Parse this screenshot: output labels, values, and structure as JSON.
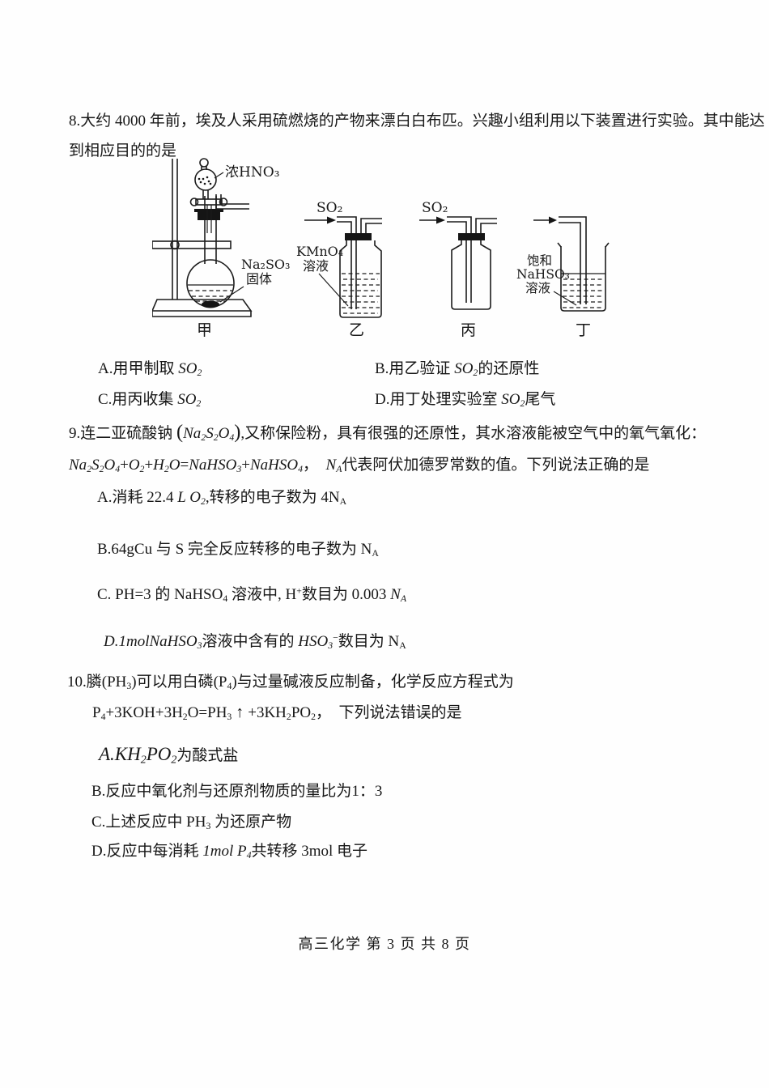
{
  "doc": {
    "footer": "高三化学  第 3 页 共 8 页"
  },
  "q8": {
    "stem1": "8.大约 4000 年前，埃及人采用硫燃烧的产物来漂白白布匹。兴趣小组利用以下装置进行实验。其中能达",
    "stem2": "到相应目的的是",
    "options": {
      "A": [
        {
          "t": "A.用甲制取 "
        },
        {
          "t": "SO",
          "c": "m"
        },
        {
          "t": "2",
          "c": "msb"
        }
      ],
      "B": [
        {
          "t": "B.用乙验证 "
        },
        {
          "t": "SO",
          "c": "m"
        },
        {
          "t": "2",
          "c": "msb"
        },
        {
          "t": "的还原性"
        }
      ],
      "C": [
        {
          "t": "C.用丙收集 "
        },
        {
          "t": "SO",
          "c": "m"
        },
        {
          "t": "2",
          "c": "msb"
        }
      ],
      "D": [
        {
          "t": "D.用丁处理实验室 "
        },
        {
          "t": "SO",
          "c": "m"
        },
        {
          "t": "2",
          "c": "msb"
        },
        {
          "t": "尾气"
        }
      ]
    },
    "diagram": {
      "jia": {
        "funnel_label": "浓HNO₃",
        "solid_line1": "Na₂SO₃",
        "solid_line2": "固体",
        "name": "甲"
      },
      "yi": {
        "gas_label": "SO₂",
        "solution_line1": "KMnO₄",
        "solution_line2": "溶液",
        "name": "乙"
      },
      "bing": {
        "gas_label": "SO₂",
        "name": "丙"
      },
      "ding": {
        "solution_line1": "饱和",
        "solution_line2": "NaHSO₃",
        "solution_line3": "溶液",
        "name": "丁"
      }
    }
  },
  "q9": {
    "stem1": [
      {
        "t": "9.连二亚硫酸钠 "
      },
      {
        "t": "(",
        "c": "bp"
      },
      {
        "t": "Na",
        "c": "m"
      },
      {
        "t": "2",
        "c": "msb"
      },
      {
        "t": "S",
        "c": "m"
      },
      {
        "t": "2",
        "c": "msb"
      },
      {
        "t": "O",
        "c": "m"
      },
      {
        "t": "4",
        "c": "msb"
      },
      {
        "t": ")",
        "c": "bp"
      },
      {
        "t": ",又称保险粉，具有很强的还原性，其水溶液能被空气中的氧气氧化："
      }
    ],
    "stem2": [
      {
        "t": "Na",
        "c": "m"
      },
      {
        "t": "2",
        "c": "msb"
      },
      {
        "t": "S",
        "c": "m"
      },
      {
        "t": "2",
        "c": "msb"
      },
      {
        "t": "O",
        "c": "m"
      },
      {
        "t": "4",
        "c": "msb"
      },
      {
        "t": "+",
        "c": "t"
      },
      {
        "t": "O",
        "c": "m"
      },
      {
        "t": "2",
        "c": "msb"
      },
      {
        "t": "+",
        "c": "t"
      },
      {
        "t": "H",
        "c": "m"
      },
      {
        "t": "2",
        "c": "msb"
      },
      {
        "t": "O",
        "c": "m"
      },
      {
        "t": "=",
        "c": "t"
      },
      {
        "t": "NaHSO",
        "c": "m"
      },
      {
        "t": "3",
        "c": "msb"
      },
      {
        "t": "+",
        "c": "t"
      },
      {
        "t": "NaHSO",
        "c": "m"
      },
      {
        "t": "4",
        "c": "msb"
      },
      {
        "t": "，　"
      },
      {
        "t": "N",
        "c": "m"
      },
      {
        "t": "A",
        "c": "msb"
      },
      {
        "t": "代表阿伏加德罗常数的值。下列说法正确的是"
      }
    ],
    "options": {
      "A": [
        {
          "t": "A.消耗 "
        },
        {
          "t": "22.4 ",
          "c": "t"
        },
        {
          "t": "L O",
          "c": "m"
        },
        {
          "t": "2",
          "c": "msb"
        },
        {
          "t": ",转移的电子数为 4N"
        },
        {
          "t": "A",
          "c": "sb"
        }
      ],
      "B": [
        {
          "t": "B.64gCu 与 S 完全反应转移的电子数为 N"
        },
        {
          "t": "A",
          "c": "sb"
        }
      ],
      "C": [
        {
          "t": "C. PH=3 的 NaHSO"
        },
        {
          "t": "4",
          "c": "sb"
        },
        {
          "t": " 溶液中, H"
        },
        {
          "t": "+",
          "c": "sp"
        },
        {
          "t": "数目为 "
        },
        {
          "t": "0.003 ",
          "c": "t"
        },
        {
          "t": "N",
          "c": "m"
        },
        {
          "t": "A",
          "c": "msb"
        }
      ],
      "D": [
        {
          "t": "D.1molNaHSO",
          "c": "m"
        },
        {
          "t": "3",
          "c": "msb"
        },
        {
          "t": "溶液中含有的 "
        },
        {
          "t": "HSO",
          "c": "m"
        },
        {
          "t": "3",
          "c": "msb"
        },
        {
          "t": "−",
          "c": "sp"
        },
        {
          "t": "数目为 N"
        },
        {
          "t": "A",
          "c": "sb"
        }
      ]
    }
  },
  "q10": {
    "stem": [
      {
        "t": "10.膦(PH"
      },
      {
        "t": "3",
        "c": "sb"
      },
      {
        "t": ")可以用白磷(P"
      },
      {
        "t": "4",
        "c": "sb"
      },
      {
        "t": ")与过量碱液反应制备，化学反应方程式为"
      }
    ],
    "equation": [
      {
        "t": "P"
      },
      {
        "t": "4",
        "c": "sb"
      },
      {
        "t": "+3KOH+3H"
      },
      {
        "t": "2",
        "c": "sb"
      },
      {
        "t": "O=PH"
      },
      {
        "t": "3",
        "c": "sb"
      },
      {
        "t": " ↑ ",
        "c": "up"
      },
      {
        "t": "+3KH"
      },
      {
        "t": "2",
        "c": "sb"
      },
      {
        "t": "PO"
      },
      {
        "t": "2",
        "c": "sb"
      },
      {
        "t": "，　下列说法错误的是"
      }
    ],
    "options": {
      "A": [
        {
          "t": "A.KH",
          "c": "m"
        },
        {
          "t": "2",
          "c": "msb"
        },
        {
          "t": "PO",
          "c": "m"
        },
        {
          "t": "2",
          "c": "msb"
        },
        {
          "t": "为酸式盐"
        }
      ],
      "B": [
        {
          "t": "B.反应中氧化剂与还原剂物质的量比为1：3"
        }
      ],
      "C": [
        {
          "t": "C.上述反应中 PH"
        },
        {
          "t": "3",
          "c": "sb"
        },
        {
          "t": " 为还原产物"
        }
      ],
      "D": [
        {
          "t": "D.反应中每消耗 "
        },
        {
          "t": "1mol P",
          "c": "m"
        },
        {
          "t": "4",
          "c": "msb"
        },
        {
          "t": "共转移 3mol 电子"
        }
      ]
    }
  }
}
